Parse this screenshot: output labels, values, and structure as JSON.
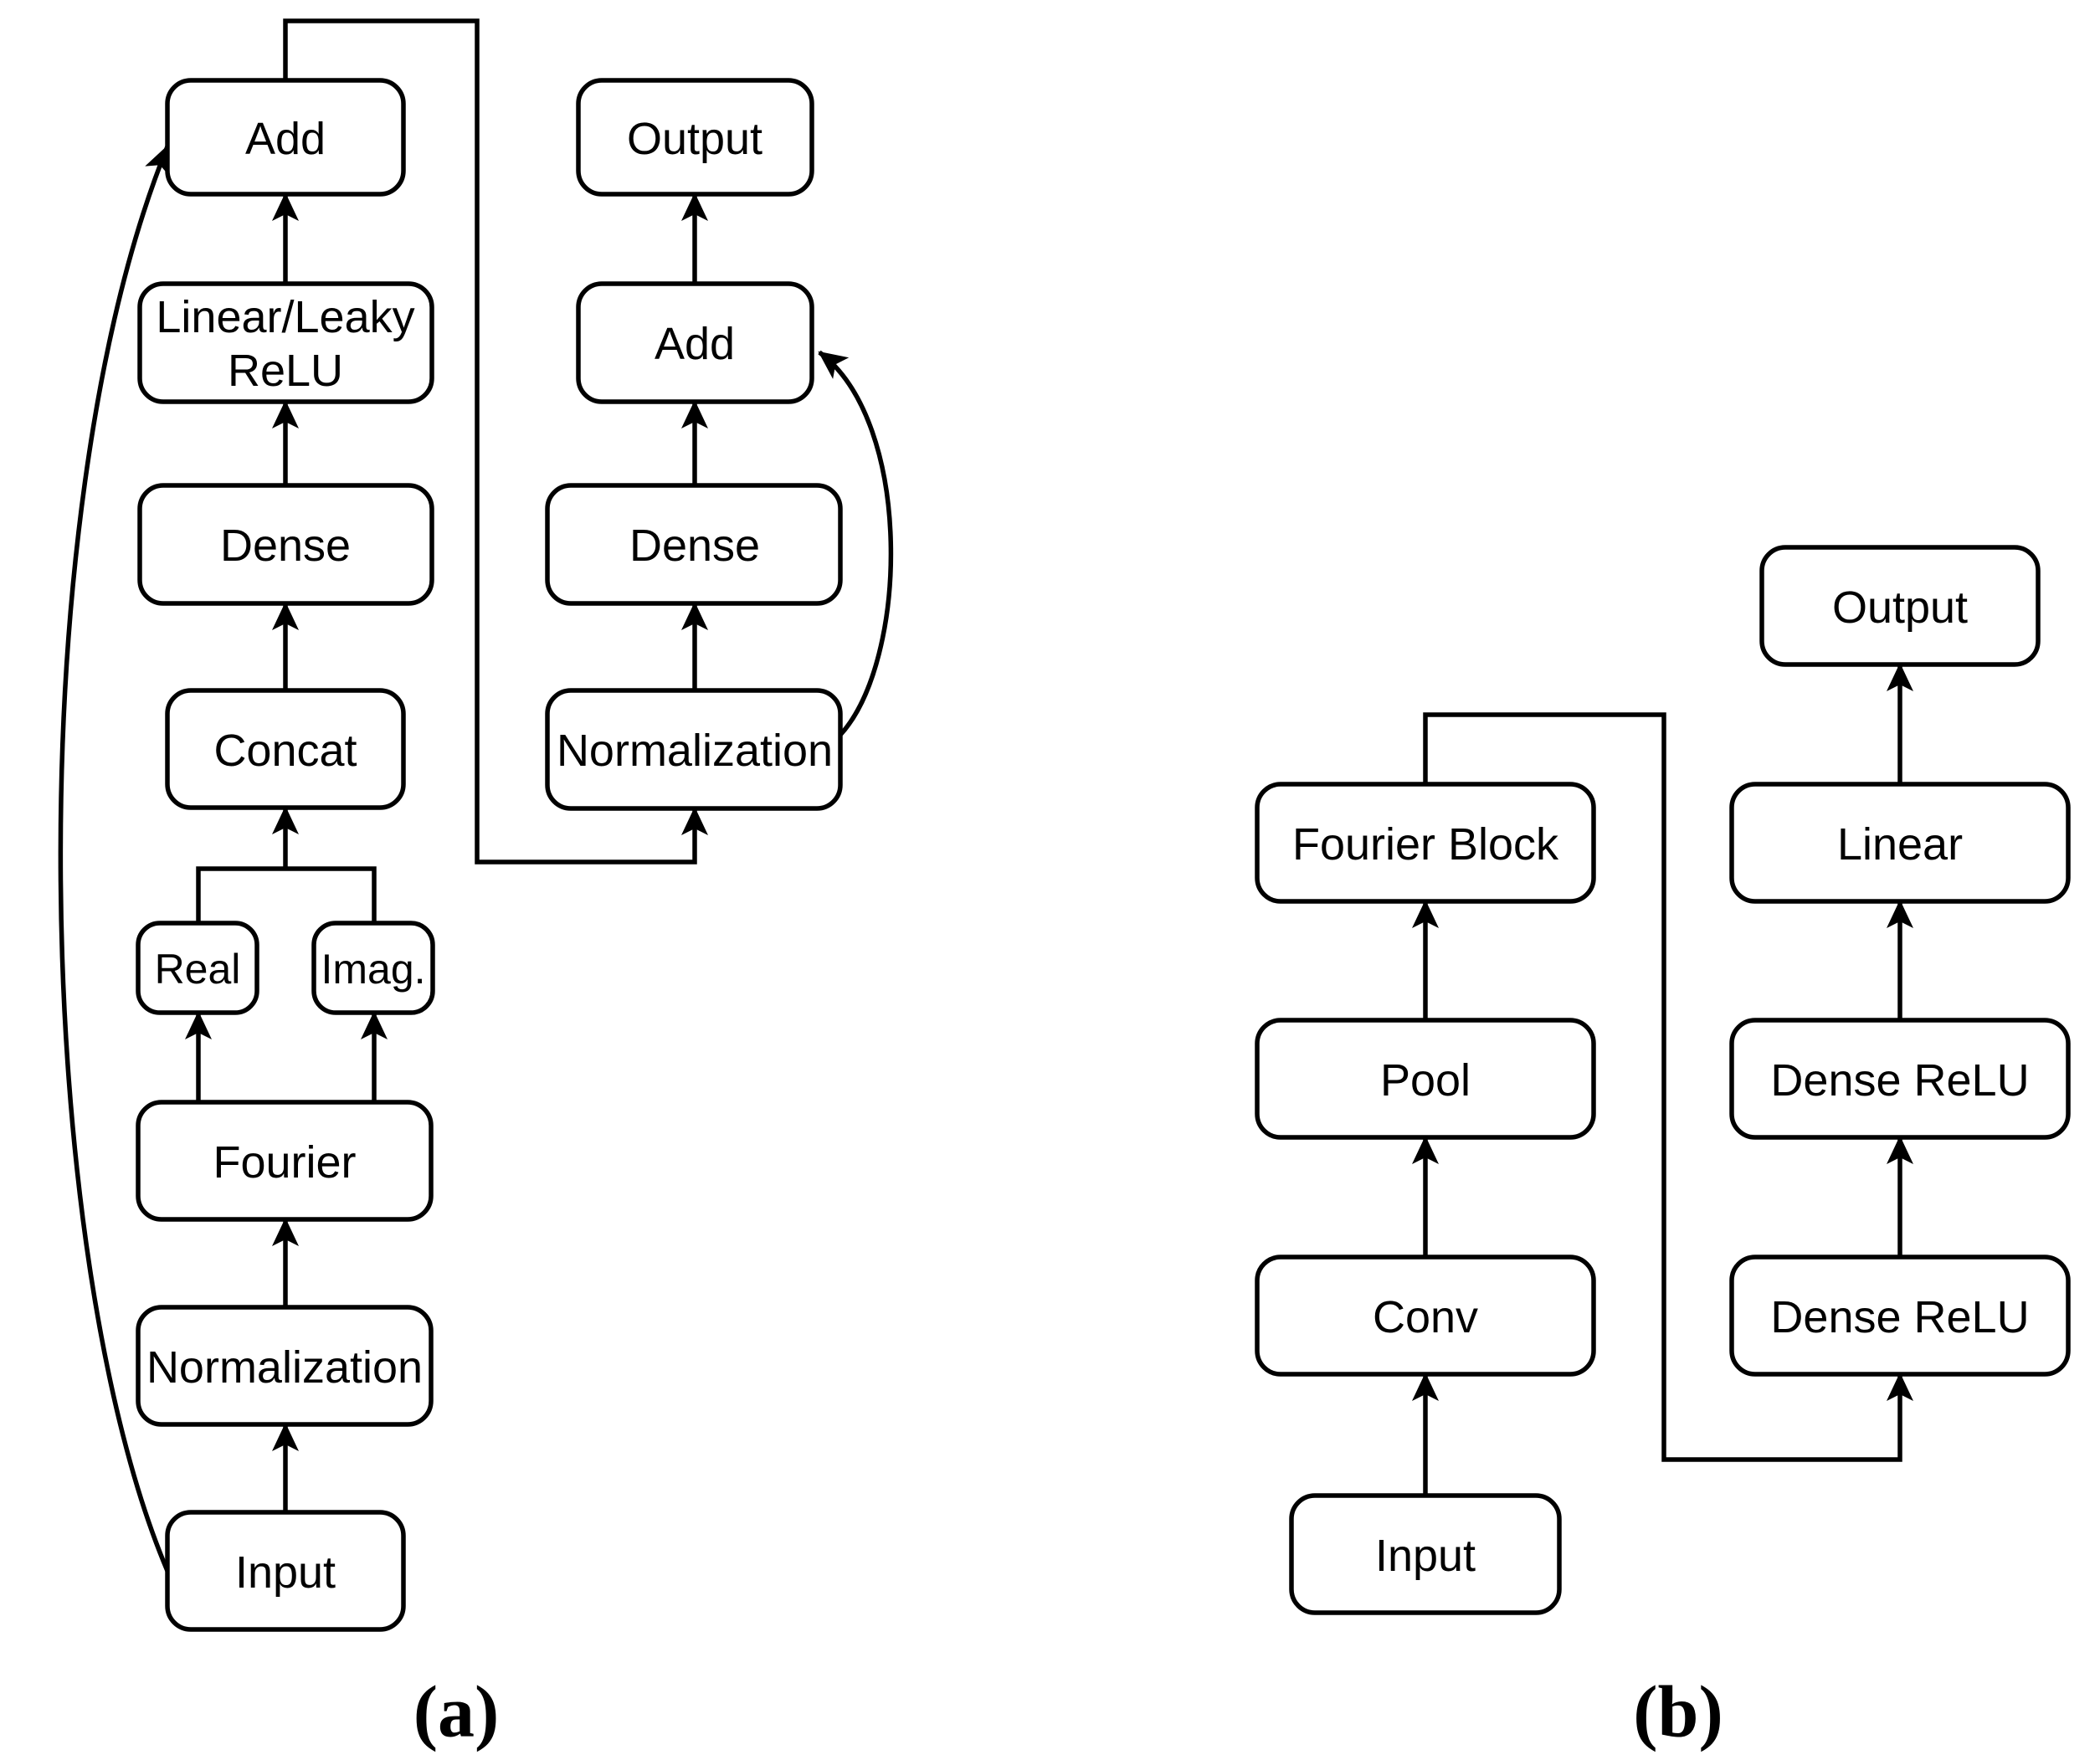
{
  "figure": {
    "type": "flowchart",
    "description": "Two neural network architecture block diagrams",
    "colors": {
      "ink": "#000000",
      "background": "#ffffff"
    },
    "panel_a": {
      "caption": "(a)",
      "boxes": {
        "add_left": "Add",
        "output": "Output",
        "activation_line1": "Linear/Leaky",
        "activation_line2": "ReLU",
        "add_right": "Add",
        "dense_left": "Dense",
        "dense_right": "Dense",
        "concat": "Concat",
        "normalization_right": "Normalization",
        "real": "Real",
        "imag": "Imag.",
        "fourier": "Fourier",
        "normalization_left": "Normalization",
        "input": "Input"
      },
      "edges": [
        "Input -> Normalization",
        "Normalization -> Fourier",
        "Fourier -> Real",
        "Fourier -> Imag.",
        "Real + Imag. -> Concat",
        "Concat -> Dense",
        "Dense -> Linear/Leaky ReLU",
        "Linear/Leaky ReLU -> Add",
        "Add -> Normalization (right column)",
        "Normalization -> Dense (right column)",
        "Dense -> Add (right column)",
        "Add -> Output",
        "Input -> Add (residual curve)",
        "Normalization -> Add (residual curve, right column)"
      ]
    },
    "panel_b": {
      "caption": "(b)",
      "boxes": {
        "output": "Output",
        "fourier_block": "Fourier Block",
        "linear": "Linear",
        "pool": "Pool",
        "dense_relu_upper": "Dense ReLU",
        "conv": "Conv",
        "dense_relu_lower": "Dense ReLU",
        "input": "Input"
      },
      "edges": [
        "Input -> Conv",
        "Conv -> Pool",
        "Pool -> Fourier Block",
        "Fourier Block -> Dense ReLU (lower, right column)",
        "Dense ReLU -> Dense ReLU",
        "Dense ReLU -> Linear",
        "Linear -> Output"
      ]
    }
  }
}
